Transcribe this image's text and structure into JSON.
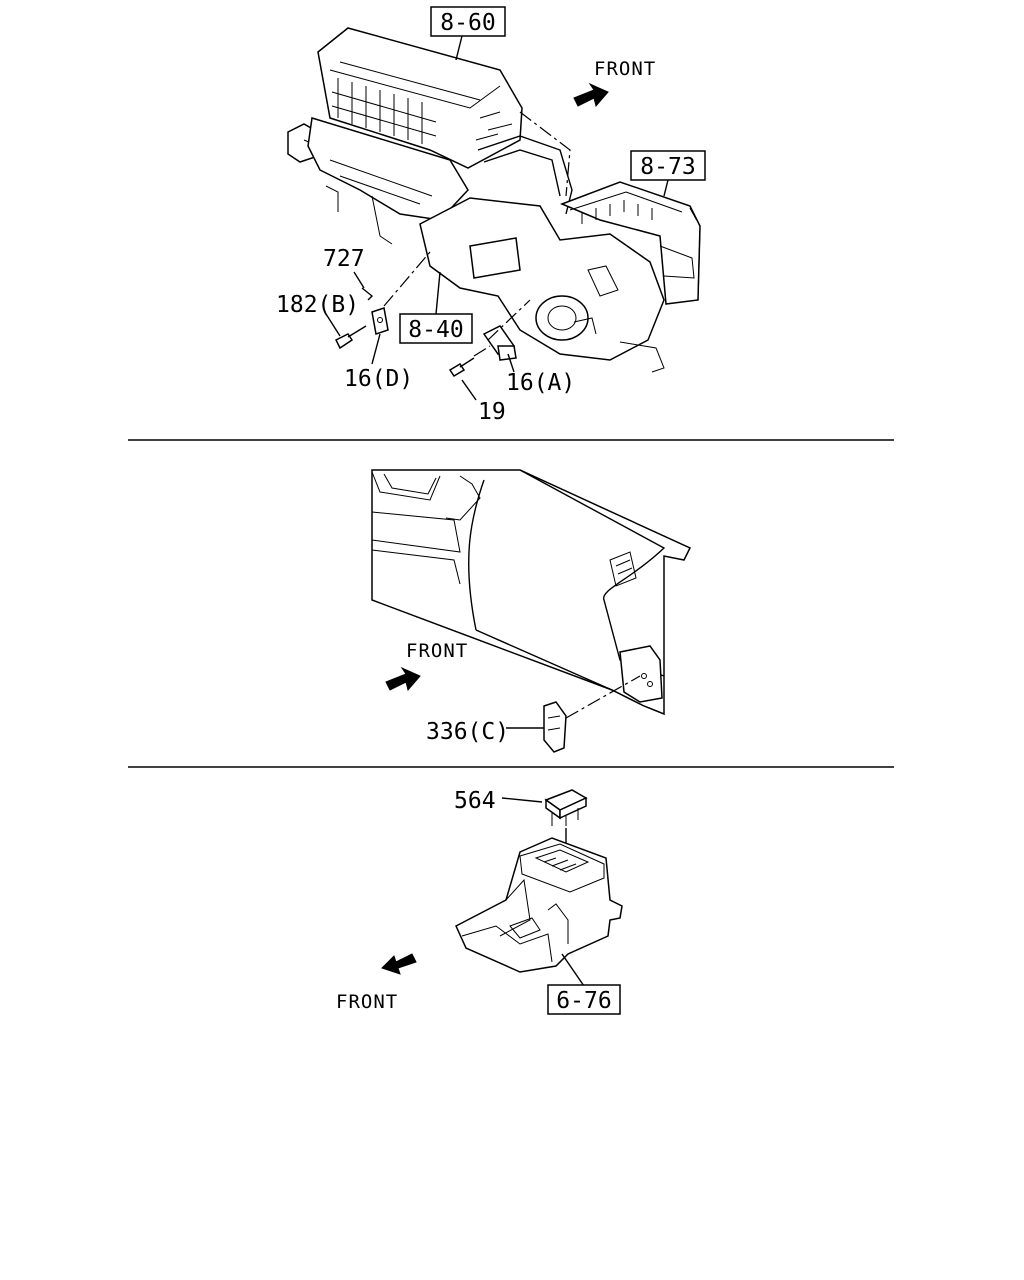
{
  "section_1": {
    "refs": [
      "8-60",
      "8-73",
      "8-40"
    ],
    "front_label": "FRONT",
    "callouts": [
      "727",
      "182(B)",
      "16(D)",
      "16(A)",
      "19"
    ]
  },
  "section_2": {
    "front_label": "FRONT",
    "callouts": [
      "336(C)"
    ]
  },
  "section_3": {
    "refs": [
      "6-76"
    ],
    "front_label": "FRONT",
    "callouts": [
      "564"
    ]
  }
}
